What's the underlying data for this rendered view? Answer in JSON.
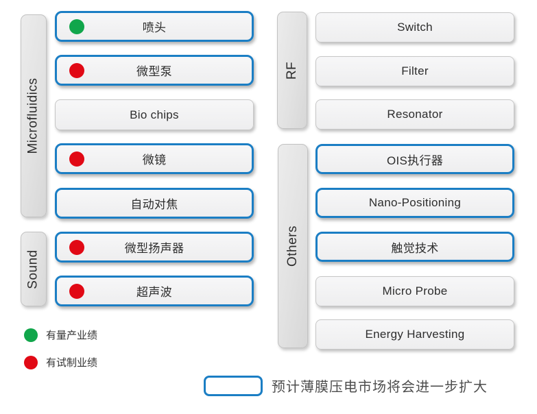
{
  "colors": {
    "highlight_blue": "#1b7ec4",
    "mass_production_green": "#11a64b",
    "trial_production_red": "#e10915"
  },
  "sections": [
    {
      "label": "Microfluidics",
      "items": [
        {
          "label": "喷头",
          "status": "mass_production",
          "highlighted": true
        },
        {
          "label": "微型泵",
          "status": "trial_production",
          "highlighted": true
        },
        {
          "label": "Bio chips",
          "status": "none",
          "highlighted": false
        },
        {
          "label": "微镜",
          "status": "trial_production",
          "highlighted": true
        },
        {
          "label": "自动对焦",
          "status": "none",
          "highlighted": true
        }
      ]
    },
    {
      "label": "Sound",
      "items": [
        {
          "label": "微型扬声器",
          "status": "trial_production",
          "highlighted": true
        },
        {
          "label": "超声波",
          "status": "trial_production",
          "highlighted": true
        }
      ]
    },
    {
      "label": "RF",
      "items": [
        {
          "label": "Switch",
          "status": "none",
          "highlighted": false
        },
        {
          "label": "Filter",
          "status": "none",
          "highlighted": false
        },
        {
          "label": "Resonator",
          "status": "none",
          "highlighted": false
        }
      ]
    },
    {
      "label": "Others",
      "items": [
        {
          "label": "OIS执行器",
          "status": "none",
          "highlighted": true
        },
        {
          "label": "Nano-Positioning",
          "status": "none",
          "highlighted": true
        },
        {
          "label": "触觉技术",
          "status": "none",
          "highlighted": true
        },
        {
          "label": "Micro Probe",
          "status": "none",
          "highlighted": false
        },
        {
          "label": "Energy Harvesting",
          "status": "none",
          "highlighted": false
        }
      ]
    }
  ],
  "legend": {
    "mass_production_label": "有量产业绩",
    "trial_production_label": "有试制业绩"
  },
  "note": {
    "label": "预计薄膜压电市场将会进一步扩大"
  }
}
